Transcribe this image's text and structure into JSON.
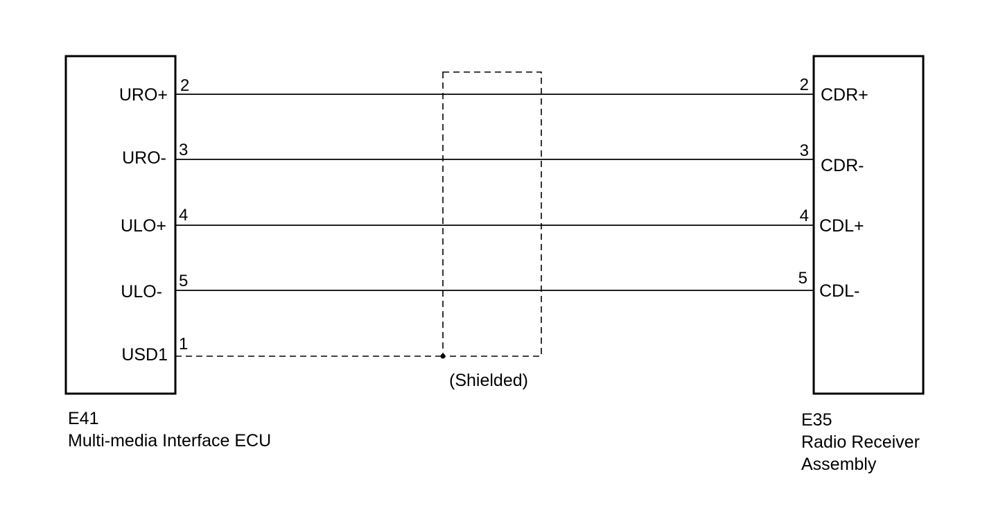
{
  "left_component": {
    "connector_code": "E41",
    "name": "Multi-media Interface ECU",
    "pins": [
      {
        "label": "URO+",
        "number": "2"
      },
      {
        "label": "URO-",
        "number": "3"
      },
      {
        "label": "ULO+",
        "number": "4"
      },
      {
        "label": "ULO-",
        "number": "5"
      },
      {
        "label": "USD1",
        "number": "1"
      }
    ]
  },
  "right_component": {
    "connector_code": "E35",
    "name_lines": [
      "Radio Receiver",
      "Assembly"
    ],
    "pins": [
      {
        "label": "CDR+",
        "number": "2"
      },
      {
        "label": "CDR-",
        "number": "3"
      },
      {
        "label": "CDL+",
        "number": "4"
      },
      {
        "label": "CDL-",
        "number": "5"
      }
    ]
  },
  "shield": {
    "label": "(Shielded)"
  }
}
